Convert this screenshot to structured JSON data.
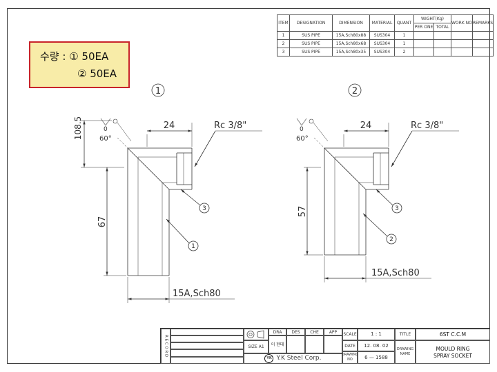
{
  "quantity": {
    "prefix": "수량 :",
    "line1": "① 50EA",
    "line2": "② 50EA"
  },
  "bom": {
    "headers": {
      "item": "ITEM",
      "designation": "DESIGNATION",
      "dimension": "DIMENSION",
      "material": "MATERIAL",
      "quant": "QUANT",
      "weight": "WIGHT(Kg)",
      "per_one": "PER ONE",
      "total": "TOTAL",
      "work_no": "WORK NO",
      "remarks": "REMARKS"
    },
    "rows": [
      {
        "item": "1",
        "designation": "SUS PIPE",
        "dimension": "15A,Sch80x88",
        "material": "SUS304",
        "quant": "1"
      },
      {
        "item": "2",
        "designation": "SUS PIPE",
        "dimension": "15A,Sch80x68",
        "material": "SUS304",
        "quant": "1"
      },
      {
        "item": "3",
        "designation": "SUS PIPE",
        "dimension": "15A,Sch80x35",
        "material": "SUS304",
        "quant": "2"
      }
    ]
  },
  "drawing": {
    "view1_label": "1",
    "view2_label": "2",
    "dim_108": "108.5",
    "dim_24_a": "24",
    "dim_24_b": "24",
    "thread_a": "Rc 3/8\"",
    "thread_b": "Rc 3/8\"",
    "angle_a": "60°",
    "angle_b": "60°",
    "zero_a": "0",
    "zero_b": "0",
    "dim_67": "67",
    "dim_57": "57",
    "pipe_a": "15A,Sch80",
    "pipe_b": "15A,Sch80",
    "balloon_3a": "3",
    "balloon_1": "1",
    "balloon_3b": "3",
    "balloon_2": "2"
  },
  "title_block": {
    "record": "R E C O R D",
    "dra": "DRA",
    "des": "DES",
    "che": "CHE",
    "app": "APP",
    "size_label": "SIZE A1",
    "drawer": "이 현태",
    "scale_label": "SCALE",
    "scale_value": "1 : 1",
    "date_label": "DATE",
    "date_value": "12. 08. 02",
    "title_label": "TITLE",
    "drawing_name_label": "DRAWING NAME",
    "drawing_no_label": "DRAWING NO",
    "drawing_no_value": "6 — 1588",
    "title_value": "6ST C.C.M",
    "drawing_name_value_1": "MOULD RING",
    "drawing_name_value_2": "SPRAY SOCKET",
    "company": "Y.K Steel Corp.",
    "logo_text": "YK"
  }
}
